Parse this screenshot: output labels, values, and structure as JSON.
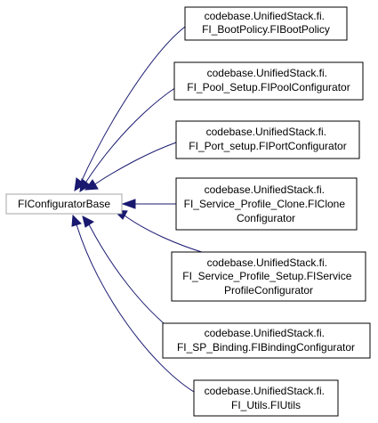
{
  "base_class": {
    "label": "FIConfiguratorBase"
  },
  "derived_classes": [
    {
      "lines": [
        "codebase.UnifiedStack.fi.",
        "FI_BootPolicy.FIBootPolicy"
      ]
    },
    {
      "lines": [
        "codebase.UnifiedStack.fi.",
        "FI_Pool_Setup.FIPoolConfigurator"
      ]
    },
    {
      "lines": [
        "codebase.UnifiedStack.fi.",
        "FI_Port_setup.FIPortConfigurator"
      ]
    },
    {
      "lines": [
        "codebase.UnifiedStack.fi.",
        "FI_Service_Profile_Clone.FIClone",
        "Configurator"
      ]
    },
    {
      "lines": [
        "codebase.UnifiedStack.fi.",
        "FI_Service_Profile_Setup.FIService",
        "ProfileConfigurator"
      ]
    },
    {
      "lines": [
        "codebase.UnifiedStack.fi.",
        "FI_SP_Binding.FIBindingConfigurator"
      ]
    },
    {
      "lines": [
        "codebase.UnifiedStack.fi.",
        "FI_Utils.FIUtils"
      ]
    }
  ],
  "colors": {
    "edge": "#191970",
    "base_border": "#a6a6a6",
    "node_border": "#000000"
  }
}
